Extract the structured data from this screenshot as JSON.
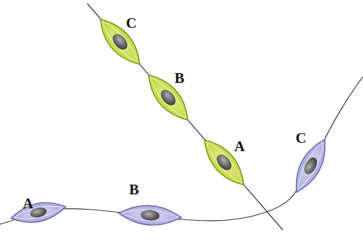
{
  "diagram": {
    "labels": [
      "C",
      "B",
      "C",
      "A",
      "B",
      "A"
    ]
  }
}
